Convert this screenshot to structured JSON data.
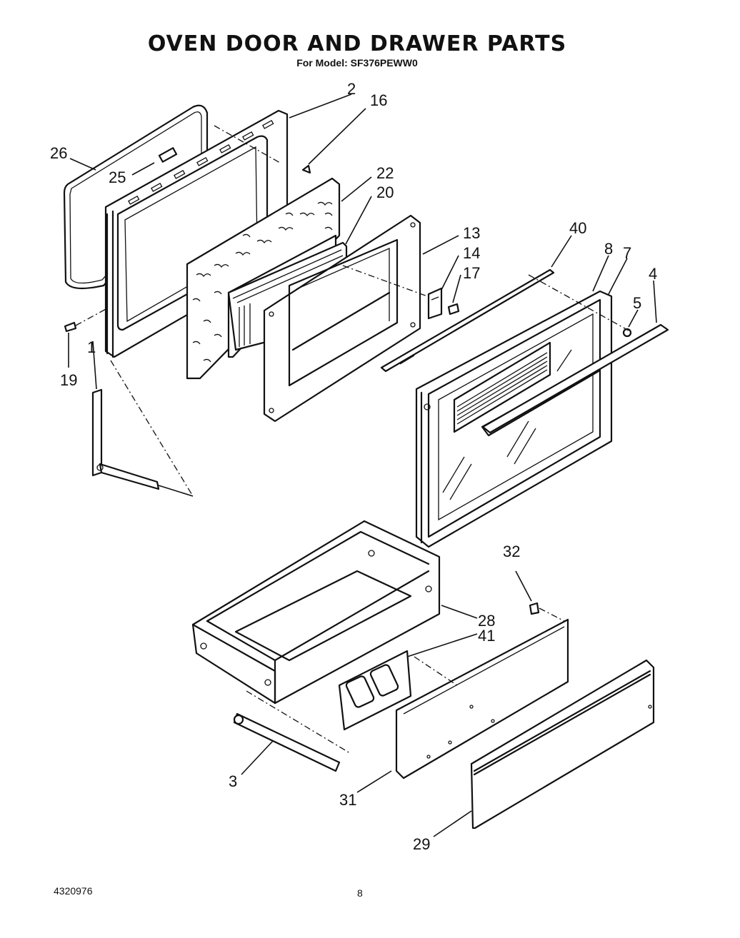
{
  "title": "OVEN DOOR AND DRAWER PARTS",
  "subtitle": "For Model: SF376PEWW0",
  "callouts": [
    "2",
    "16",
    "26",
    "25",
    "22",
    "20",
    "13",
    "14",
    "17",
    "40",
    "8",
    "7",
    "4",
    "5",
    "19",
    "1",
    "32",
    "28",
    "41",
    "3",
    "31",
    "29"
  ],
  "footer": {
    "code": "4320976",
    "page": "8"
  }
}
